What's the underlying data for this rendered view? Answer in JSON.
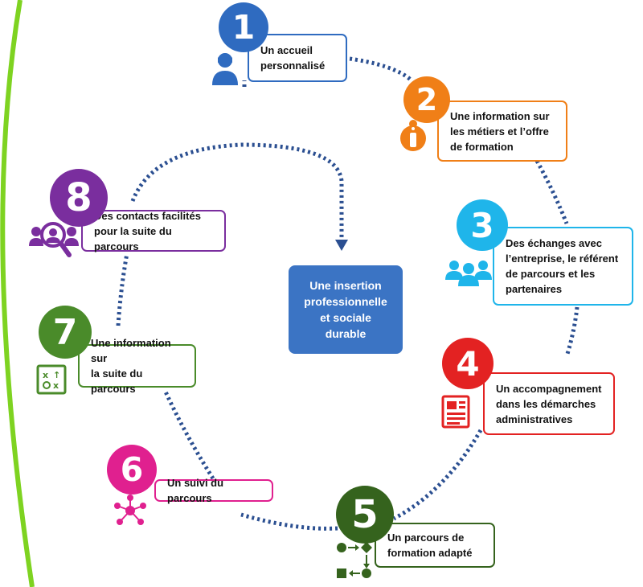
{
  "center": {
    "text": "Une insertion\nprofessionnelle\net sociale\ndurable",
    "color": "#3b74c4"
  },
  "steps": [
    {
      "number": "1",
      "label": "Un accueil\npersonnalisé",
      "color": "#2f6bc0",
      "icon": "person-icon"
    },
    {
      "number": "2",
      "label": "Une information sur\nles métiers et l’offre\nde formation",
      "color": "#f07f17",
      "icon": "info-icon"
    },
    {
      "number": "3",
      "label": "Des échanges avec\nl’entreprise, le référent\nde parcours et les\npartenaires",
      "color": "#1fb5ea",
      "icon": "group-icon"
    },
    {
      "number": "4",
      "label": "Un accompagnement\ndans les démarches\nadministratives",
      "color": "#e32222",
      "icon": "document-icon"
    },
    {
      "number": "5",
      "label": "Un parcours de\nformation adapté",
      "color": "#35631d",
      "icon": "flowchart-icon"
    },
    {
      "number": "6",
      "label": "Un suivi du parcours",
      "color": "#e0208f",
      "icon": "network-icon"
    },
    {
      "number": "7",
      "label": "Une information sur\nla suite du parcours",
      "color": "#4a8b2a",
      "icon": "strategy-board-icon"
    },
    {
      "number": "8",
      "label": "Des contacts facilités\npour la suite du parcours",
      "color": "#7a2e9e",
      "icon": "contacts-search-icon"
    }
  ],
  "colors": {
    "dots": "#2b4f91",
    "accent_green": "#7ed321"
  }
}
